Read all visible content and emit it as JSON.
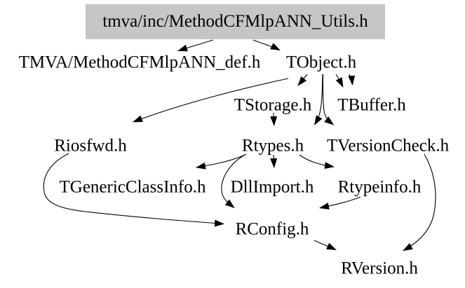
{
  "diagram": {
    "kind": "include-dependency-graph",
    "colors": {
      "background": "#ffffff",
      "highlighted_node_bg": "#c6c6c6",
      "edge": "#000000",
      "text": "#000000"
    },
    "nodes": [
      {
        "id": "utils",
        "label": "tmva/inc/MethodCFMlpANN_Utils.h",
        "highlighted": true
      },
      {
        "id": "def",
        "label": "TMVA/MethodCFMlpANN_def.h"
      },
      {
        "id": "tobject",
        "label": "TObject.h"
      },
      {
        "id": "tstorage",
        "label": "TStorage.h"
      },
      {
        "id": "tbuffer",
        "label": "TBuffer.h"
      },
      {
        "id": "riosfwd",
        "label": "Riosfwd.h"
      },
      {
        "id": "rtypes",
        "label": "Rtypes.h"
      },
      {
        "id": "tversioncheck",
        "label": "TVersionCheck.h"
      },
      {
        "id": "tgenericclassinfo",
        "label": "TGenericClassInfo.h"
      },
      {
        "id": "dllimport",
        "label": "DllImport.h"
      },
      {
        "id": "rtypeinfo",
        "label": "Rtypeinfo.h"
      },
      {
        "id": "rconfig",
        "label": "RConfig.h"
      },
      {
        "id": "rversion",
        "label": "RVersion.h"
      }
    ],
    "edges": [
      {
        "from": "tmva/inc/MethodCFMlpANN_Utils.h",
        "to": "TMVA/MethodCFMlpANN_def.h"
      },
      {
        "from": "tmva/inc/MethodCFMlpANN_Utils.h",
        "to": "TObject.h"
      },
      {
        "from": "TObject.h",
        "to": "TStorage.h"
      },
      {
        "from": "TObject.h",
        "to": "TBuffer.h"
      },
      {
        "from": "TObject.h",
        "to": "Rtypes.h"
      },
      {
        "from": "TObject.h",
        "to": "TVersionCheck.h"
      },
      {
        "from": "TObject.h",
        "to": "Riosfwd.h"
      },
      {
        "from": "TStorage.h",
        "to": "Rtypes.h"
      },
      {
        "from": "Rtypes.h",
        "to": "TGenericClassInfo.h"
      },
      {
        "from": "Rtypes.h",
        "to": "DllImport.h"
      },
      {
        "from": "Rtypes.h",
        "to": "Rtypeinfo.h"
      },
      {
        "from": "Rtypes.h",
        "to": "RConfig.h"
      },
      {
        "from": "Riosfwd.h",
        "to": "RConfig.h"
      },
      {
        "from": "Rtypeinfo.h",
        "to": "RConfig.h"
      },
      {
        "from": "RConfig.h",
        "to": "RVersion.h"
      },
      {
        "from": "TVersionCheck.h",
        "to": "RVersion.h"
      }
    ]
  }
}
